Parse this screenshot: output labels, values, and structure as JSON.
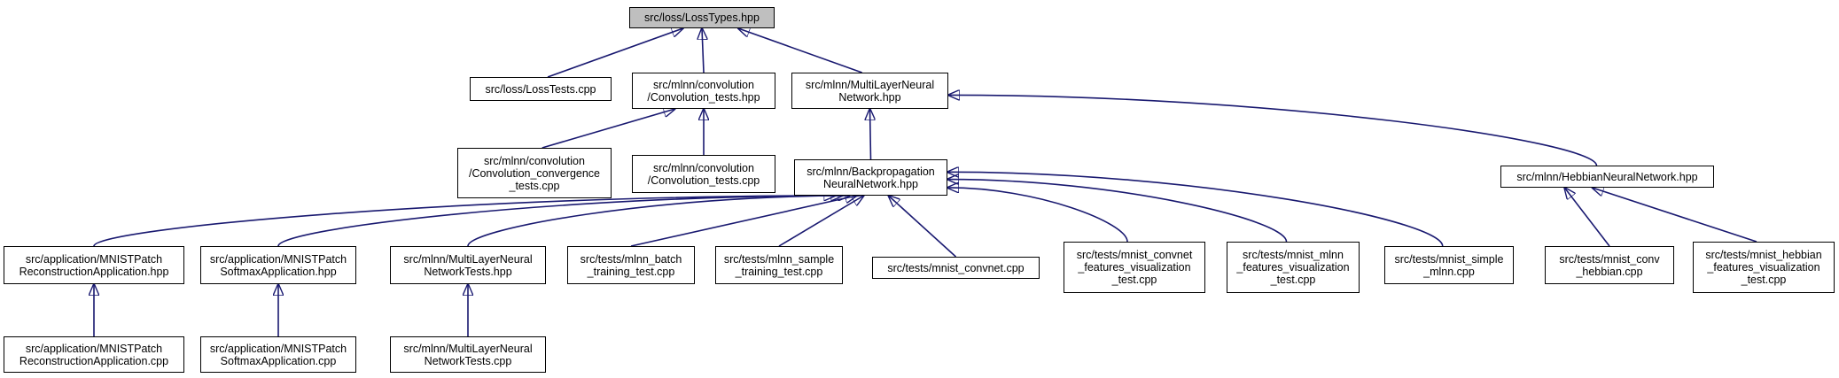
{
  "graph": {
    "edge_color": "#191970",
    "root_fill": "#bfbfbf",
    "nodes": [
      {
        "id": "losstypes",
        "lines": [
          "src/loss/LossTypes.hpp"
        ]
      },
      {
        "id": "losstests",
        "lines": [
          "src/loss/LossTests.cpp"
        ]
      },
      {
        "id": "conv_tests_hpp",
        "lines": [
          "src/mlnn/convolution",
          "/Convolution_tests.hpp"
        ]
      },
      {
        "id": "mlnn_hpp",
        "lines": [
          "src/mlnn/MultiLayerNeural",
          "Network.hpp"
        ]
      },
      {
        "id": "conv_convergence",
        "lines": [
          "src/mlnn/convolution",
          "/Convolution_convergence",
          "_tests.cpp"
        ]
      },
      {
        "id": "conv_tests_cpp",
        "lines": [
          "src/mlnn/convolution",
          "/Convolution_tests.cpp"
        ]
      },
      {
        "id": "bpnn_hpp",
        "lines": [
          "src/mlnn/Backpropagation",
          "NeuralNetwork.hpp"
        ]
      },
      {
        "id": "hebbian_hpp",
        "lines": [
          "src/mlnn/HebbianNeuralNetwork.hpp"
        ]
      },
      {
        "id": "recon_hpp",
        "lines": [
          "src/application/MNISTPatch",
          "ReconstructionApplication.hpp"
        ]
      },
      {
        "id": "softmax_hpp",
        "lines": [
          "src/application/MNISTPatch",
          "SoftmaxApplication.hpp"
        ]
      },
      {
        "id": "mlnn_tests_hpp",
        "lines": [
          "src/mlnn/MultiLayerNeural",
          "NetworkTests.hpp"
        ]
      },
      {
        "id": "mlnn_batch",
        "lines": [
          "src/tests/mlnn_batch",
          "_training_test.cpp"
        ]
      },
      {
        "id": "mlnn_sample",
        "lines": [
          "src/tests/mlnn_sample",
          "_training_test.cpp"
        ]
      },
      {
        "id": "mnist_convnet",
        "lines": [
          "src/tests/mnist_convnet.cpp"
        ]
      },
      {
        "id": "convnet_vis",
        "lines": [
          "src/tests/mnist_convnet",
          "_features_visualization",
          "_test.cpp"
        ]
      },
      {
        "id": "mlnn_vis",
        "lines": [
          "src/tests/mnist_mlnn",
          "_features_visualization",
          "_test.cpp"
        ]
      },
      {
        "id": "simple_mlnn",
        "lines": [
          "src/tests/mnist_simple",
          "_mlnn.cpp"
        ]
      },
      {
        "id": "conv_hebbian",
        "lines": [
          "src/tests/mnist_conv",
          "_hebbian.cpp"
        ]
      },
      {
        "id": "hebbian_vis",
        "lines": [
          "src/tests/mnist_hebbian",
          "_features_visualization",
          "_test.cpp"
        ]
      },
      {
        "id": "recon_cpp",
        "lines": [
          "src/application/MNISTPatch",
          "ReconstructionApplication.cpp"
        ]
      },
      {
        "id": "softmax_cpp",
        "lines": [
          "src/application/MNISTPatch",
          "SoftmaxApplication.cpp"
        ]
      },
      {
        "id": "mlnn_tests_cpp",
        "lines": [
          "src/mlnn/MultiLayerNeural",
          "NetworkTests.cpp"
        ]
      }
    ],
    "edges": [
      {
        "from": "losstests",
        "to": "losstypes"
      },
      {
        "from": "conv_tests_hpp",
        "to": "losstypes"
      },
      {
        "from": "mlnn_hpp",
        "to": "losstypes"
      },
      {
        "from": "conv_convergence",
        "to": "conv_tests_hpp"
      },
      {
        "from": "conv_tests_cpp",
        "to": "conv_tests_hpp"
      },
      {
        "from": "bpnn_hpp",
        "to": "mlnn_hpp"
      },
      {
        "from": "hebbian_hpp",
        "to": "mlnn_hpp"
      },
      {
        "from": "recon_hpp",
        "to": "bpnn_hpp"
      },
      {
        "from": "softmax_hpp",
        "to": "bpnn_hpp"
      },
      {
        "from": "mlnn_tests_hpp",
        "to": "bpnn_hpp"
      },
      {
        "from": "mlnn_batch",
        "to": "bpnn_hpp"
      },
      {
        "from": "mlnn_sample",
        "to": "bpnn_hpp"
      },
      {
        "from": "mnist_convnet",
        "to": "bpnn_hpp"
      },
      {
        "from": "convnet_vis",
        "to": "bpnn_hpp"
      },
      {
        "from": "mlnn_vis",
        "to": "bpnn_hpp"
      },
      {
        "from": "simple_mlnn",
        "to": "bpnn_hpp"
      },
      {
        "from": "conv_hebbian",
        "to": "hebbian_hpp"
      },
      {
        "from": "hebbian_vis",
        "to": "hebbian_hpp"
      },
      {
        "from": "recon_cpp",
        "to": "recon_hpp"
      },
      {
        "from": "softmax_cpp",
        "to": "softmax_hpp"
      },
      {
        "from": "mlnn_tests_cpp",
        "to": "mlnn_tests_hpp"
      }
    ]
  }
}
